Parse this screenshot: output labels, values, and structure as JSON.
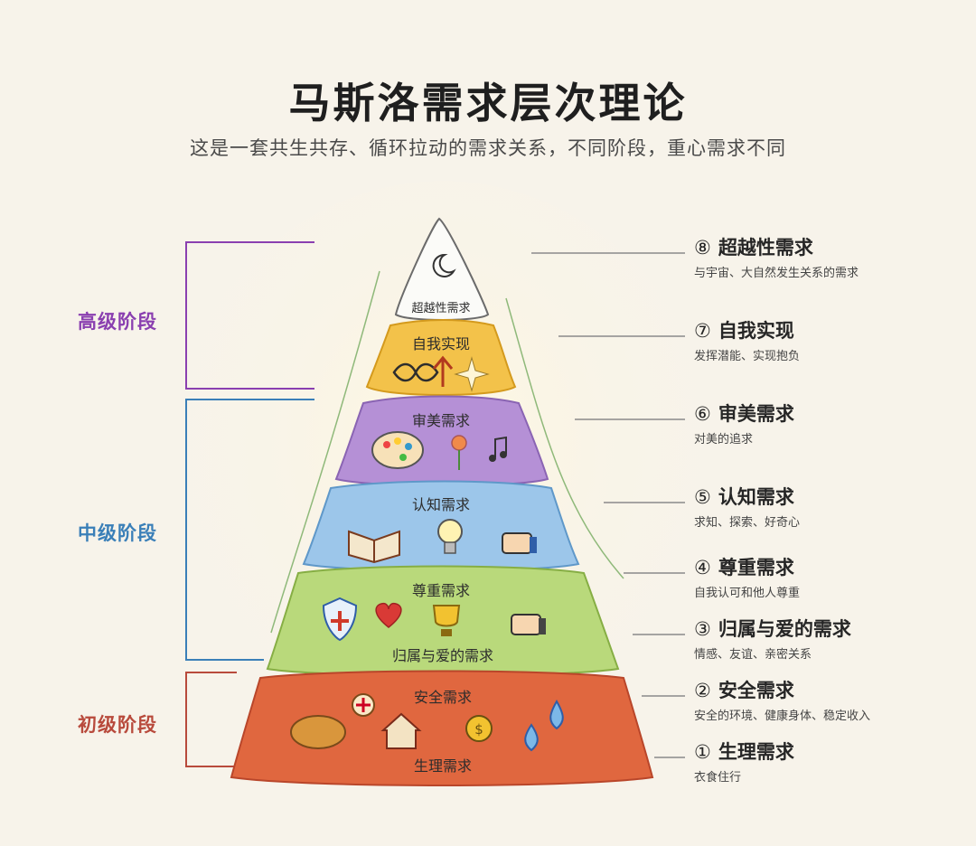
{
  "header": {
    "title": "马斯洛需求层次理论",
    "subtitle": "这是一套共生共存、循环拉动的需求关系，不同阶段，重心需求不同"
  },
  "stages": [
    {
      "label": "高级阶段",
      "color": "#8a3fb0"
    },
    {
      "label": "中级阶段",
      "color": "#3a7fb8"
    },
    {
      "label": "初级阶段",
      "color": "#b84a3c"
    }
  ],
  "pyramid": {
    "tier_labels": {
      "transcendence": "超越性需求",
      "self_actualization": "自我实现",
      "aesthetic": "审美需求",
      "cognitive": "认知需求",
      "esteem": "尊重需求",
      "belonging": "归属与爱的需求",
      "safety": "安全需求",
      "physiological": "生理需求"
    },
    "colors": {
      "top": "#fbfbf8",
      "yellow": "#f3c24a",
      "purple": "#b590d6",
      "blue": "#9cc6ea",
      "green": "#b9d97b",
      "red": "#e0673f"
    }
  },
  "needs": [
    {
      "num": "⑧",
      "title": "超越性需求",
      "desc": "与宇宙、大自然发生关系的需求"
    },
    {
      "num": "⑦",
      "title": "自我实现",
      "desc": "发挥潜能、实现抱负"
    },
    {
      "num": "⑥",
      "title": "审美需求",
      "desc": "对美的追求"
    },
    {
      "num": "⑤",
      "title": "认知需求",
      "desc": "求知、探索、好奇心"
    },
    {
      "num": "④",
      "title": "尊重需求",
      "desc": "自我认可和他人尊重"
    },
    {
      "num": "③",
      "title": "归属与爱的需求",
      "desc": "情感、友谊、亲密关系"
    },
    {
      "num": "②",
      "title": "安全需求",
      "desc": "安全的环境、健康身体、稳定收入"
    },
    {
      "num": "①",
      "title": "生理需求",
      "desc": "衣食住行"
    }
  ]
}
